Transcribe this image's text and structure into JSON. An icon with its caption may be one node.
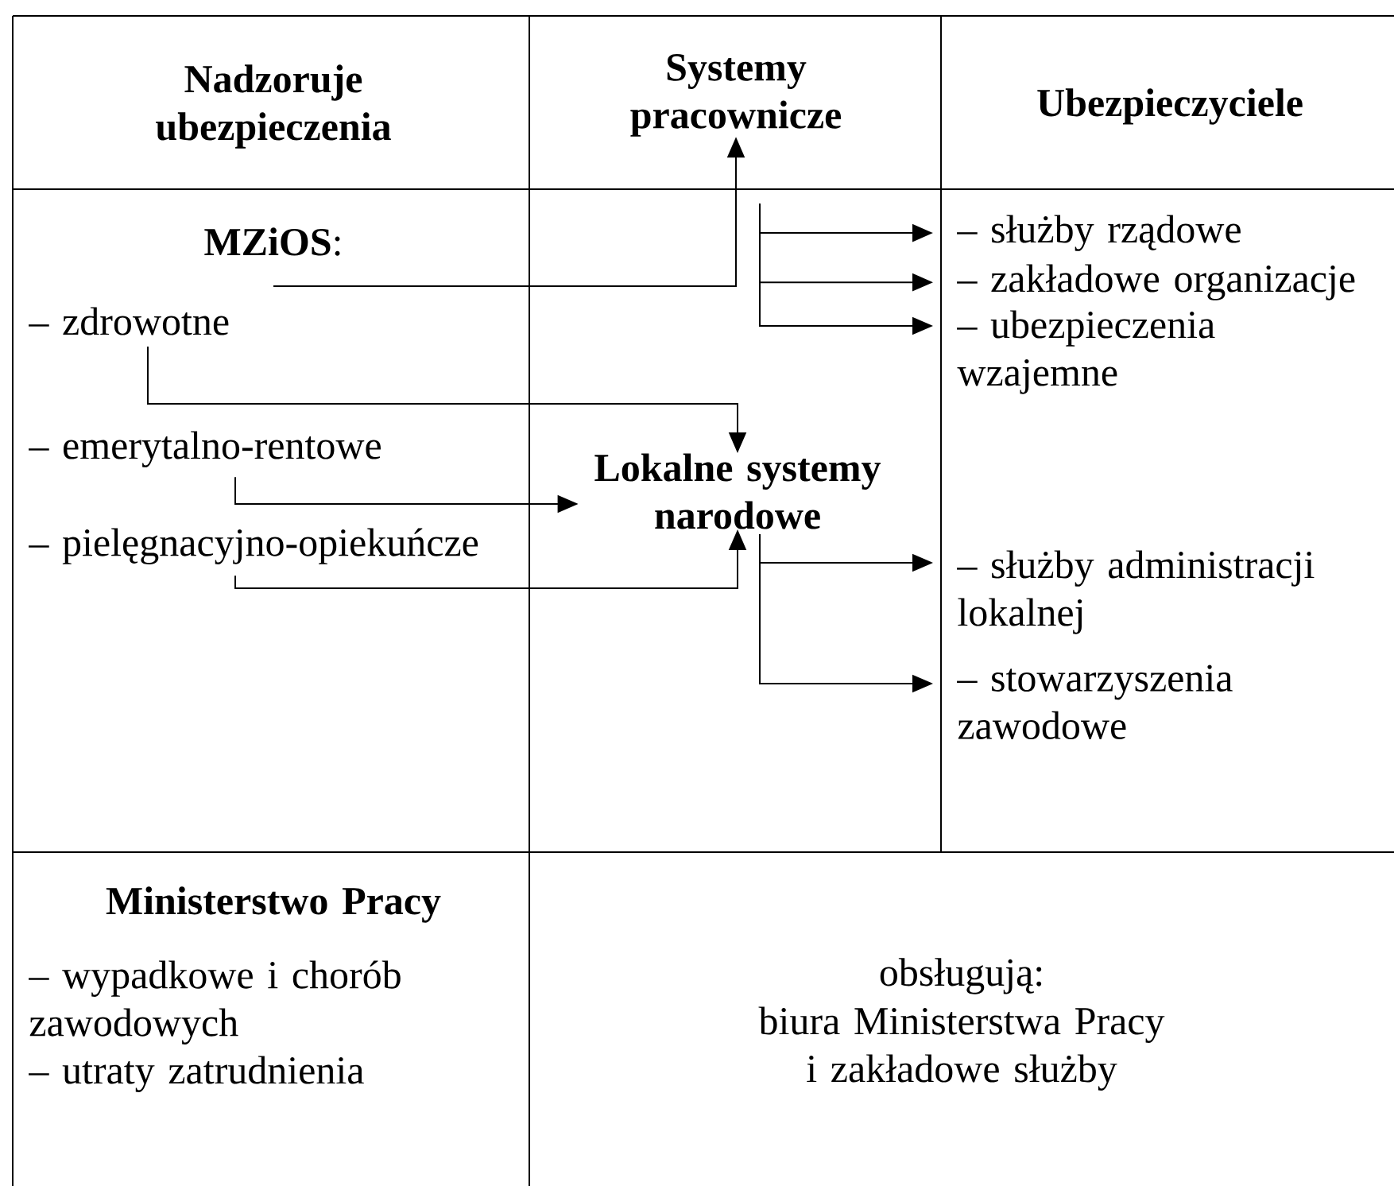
{
  "diagram": {
    "nodes": [
      {
        "text": [
          "Systemy pracownicze"
        ]
      },
      {
        "text": [
          "**MZiOS**:"
        ]
      },
      {
        "text": [
          "– zdrowotne"
        ]
      },
      {
        "text": [
          "– emerytalno-rentowe"
        ]
      },
      {
        "text": [
          "– pielęgnacyjno-opiekuńcze"
        ]
      },
      {
        "text": [
          "Lokalne systemy narodowe"
        ]
      },
      {
        "text": [
          "– służby rządowe"
        ]
      },
      {
        "text": [
          "– zakładowe organizacje"
        ]
      },
      {
        "text": [
          "– ubezpieczenia wzajemne"
        ]
      },
      {
        "text": [
          "– służby administracji lokalnej"
        ]
      },
      {
        "text": [
          "– stowarzyszenia zawodowe"
        ]
      }
    ],
    "edges": [
      {
        "from": 1,
        "to": 0,
        "arrow": "to"
      },
      {
        "from": 2,
        "to": 5,
        "arrow": "to"
      },
      {
        "from": 3,
        "to": 5,
        "arrow": "to"
      },
      {
        "from": 4,
        "to": 5,
        "arrow": "to"
      },
      {
        "from": 0,
        "to": 6,
        "arrow": "to"
      },
      {
        "from": 0,
        "to": 7,
        "arrow": "to"
      },
      {
        "from": 0,
        "to": 8,
        "arrow": "to"
      },
      {
        "from": 5,
        "to": 9,
        "arrow": "to"
      },
      {
        "from": 5,
        "to": 10,
        "arrow": "to"
      }
    ],
    "labels": [
      "Nadzoruje ubezpieczenia",
      "Ubezpieczyciele",
      "Ministerstwo Pracy",
      "– wypadkowe i chorób zawodowych",
      "– utraty zatrudnienia",
      "obsługują:",
      "biura Ministerstwa Pracy i zakładowe służby"
    ]
  }
}
